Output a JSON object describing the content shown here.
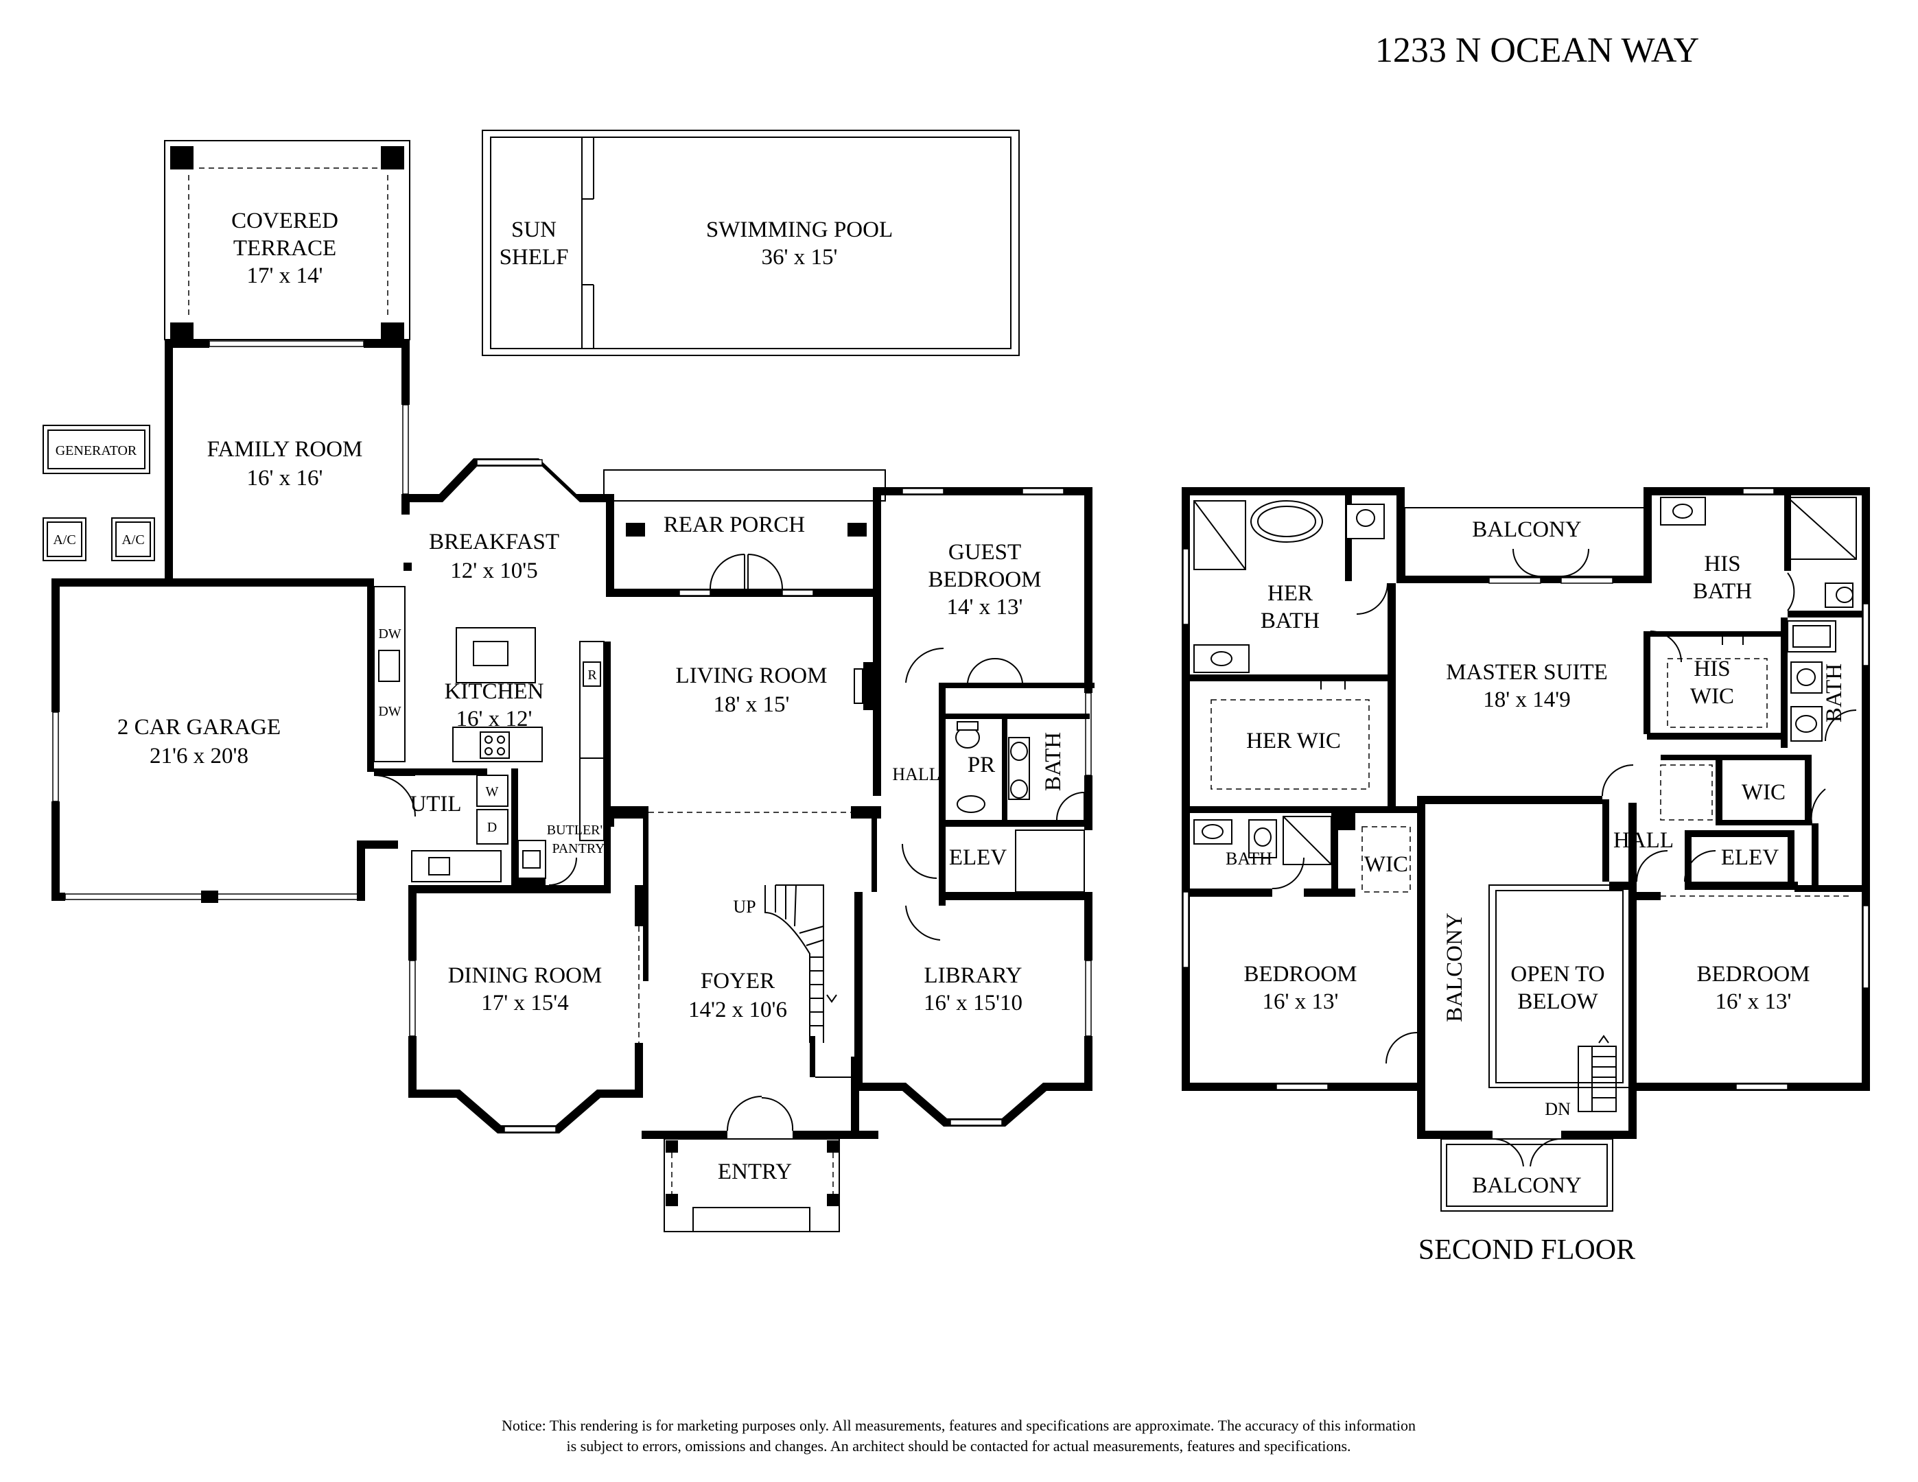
{
  "title": "1233 N OCEAN WAY",
  "first_floor": {
    "covered_terrace": {
      "name": "COVERED\nTERRACE",
      "line1": "COVERED",
      "line2": "TERRACE",
      "dims": "17' x 14'"
    },
    "sun_shelf": {
      "line1": "SUN",
      "line2": "SHELF"
    },
    "swimming_pool": {
      "name": "SWIMMING POOL",
      "dims": "36' x 15'"
    },
    "generator": "GENERATOR",
    "ac_1": "A/C",
    "ac_2": "A/C",
    "family_room": {
      "name": "FAMILY ROOM",
      "dims": "16' x 16'"
    },
    "breakfast": {
      "name": "BREAKFAST",
      "dims": "12' x 10'5"
    },
    "rear_porch": {
      "name": "REAR PORCH"
    },
    "guest_bedroom": {
      "line1": "GUEST",
      "line2": "BEDROOM",
      "dims": "14' x 13'"
    },
    "garage": {
      "name": "2 CAR GARAGE",
      "dims": "21'6 x 20'8"
    },
    "kitchen": {
      "name": "KITCHEN",
      "dims": "16' x 12'"
    },
    "living_room": {
      "name": "LIVING ROOM",
      "dims": "18' x 15'"
    },
    "dw_1": "DW",
    "dw_2": "DW",
    "fridge": "R",
    "washer": "W",
    "dryer": "D",
    "util": "UTIL",
    "butlers_pantry": {
      "line1": "BUTLER'S",
      "line2": "PANTRY"
    },
    "hall": "HALL",
    "pr": "PR",
    "bath": "BATH",
    "elev": "ELEV",
    "up": "UP",
    "dining_room": {
      "name": "DINING ROOM",
      "dims": "17' x 15'4"
    },
    "foyer": {
      "name": "FOYER",
      "dims": "14'2 x 10'6"
    },
    "library": {
      "name": "LIBRARY",
      "dims": "16' x 15'10"
    },
    "entry": "ENTRY"
  },
  "second_floor": {
    "label": "SECOND FLOOR",
    "balcony_top": "BALCONY",
    "her_bath": {
      "line1": "HER",
      "line2": "BATH"
    },
    "his_bath": {
      "line1": "HIS",
      "line2": "BATH"
    },
    "master_suite": {
      "name": "MASTER SUITE",
      "dims": "18' x 14'9"
    },
    "his_wic": {
      "line1": "HIS",
      "line2": "WIC"
    },
    "bath_right": "BATH",
    "her_wic": "HER WIC",
    "wic_right": "WIC",
    "hall": "HALL",
    "elev": "ELEV",
    "bath_left": "BATH",
    "wic_left": "WIC",
    "balcony_side": "BALCONY",
    "bedroom_left": {
      "name": "BEDROOM",
      "dims": "16' x 13'"
    },
    "open_to_below": {
      "line1": "OPEN TO",
      "line2": "BELOW"
    },
    "bedroom_right": {
      "name": "BEDROOM",
      "dims": "16' x 13'"
    },
    "dn": "DN",
    "balcony_bottom": "BALCONY"
  },
  "notice": {
    "line1": "Notice: This rendering is for marketing purposes only. All measurements, features and specifications are approximate. The accuracy of this information",
    "line2": "is subject to errors, omissions and changes. An architect should be contacted for actual measurements, features and specifications."
  }
}
